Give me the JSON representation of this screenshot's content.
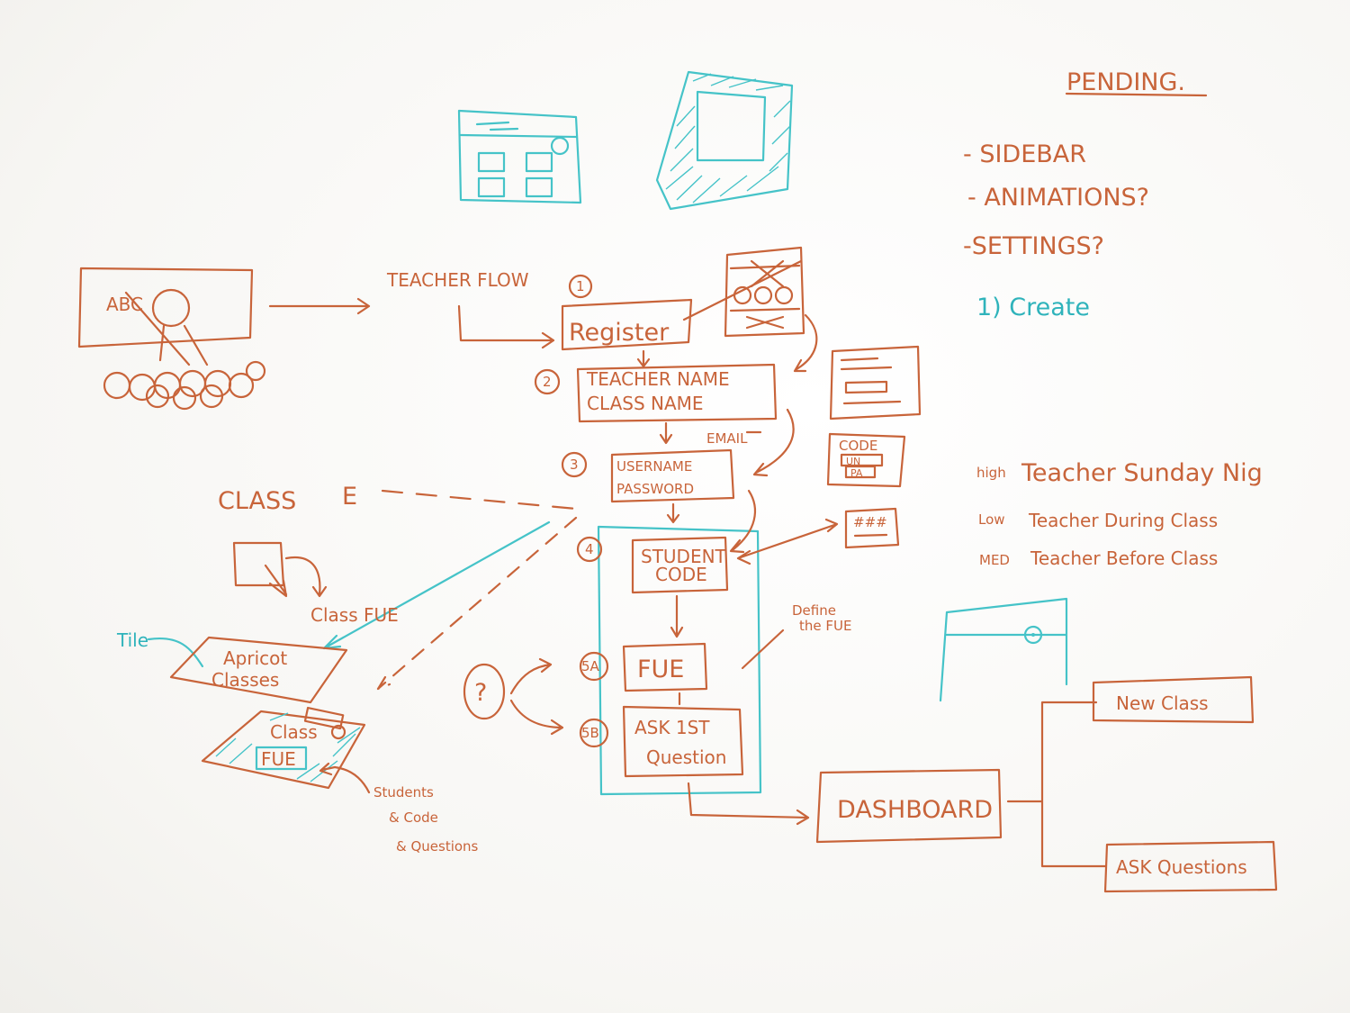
{
  "pending": {
    "title": "PENDING.",
    "items": [
      "- SIDEBAR",
      "- ANIMATIONS?",
      "-SETTINGS?"
    ],
    "create": "1) Create"
  },
  "flow": {
    "label": "TEACHER FLOW",
    "steps": [
      {
        "num": "1",
        "lines": [
          "Register"
        ]
      },
      {
        "num": "2",
        "lines": [
          "TEACHER NAME",
          "CLASS NAME"
        ]
      },
      {
        "num": "3",
        "lines": [
          "USERNAME",
          "PASSWORD"
        ]
      },
      {
        "num": "4",
        "lines": [
          "STUDENT",
          "CODE"
        ]
      },
      {
        "num": "5A",
        "lines": [
          "FUE"
        ]
      },
      {
        "num": "5B",
        "lines": [
          "ASK 1ST",
          "Question"
        ]
      }
    ],
    "email_note": "EMAIL",
    "define_note": [
      "Define",
      "the FUE"
    ],
    "question_mark": "?"
  },
  "sketches": {
    "abc": "ABC",
    "code_screen": [
      "CODE",
      "UN",
      "PA"
    ],
    "hash": "###"
  },
  "class_area": {
    "class_label": "CLASS",
    "arrow_glyph": "E",
    "class_fue": "Class FUE",
    "tile_note": "Tile",
    "apricot": [
      "Apricot",
      "Classes"
    ],
    "class_card": [
      "Class",
      "FUE"
    ],
    "students_note": [
      "Students",
      "& Code",
      "& Questions"
    ]
  },
  "priorities": [
    {
      "level": "high",
      "text": "Teacher Sunday Nig"
    },
    {
      "level": "Low",
      "text": "Teacher During Class"
    },
    {
      "level": "MED",
      "text": "Teacher Before Class"
    }
  ],
  "dashboard": {
    "label": "DASHBOARD",
    "branches": [
      "New Class",
      "ASK Questions"
    ]
  },
  "colors": {
    "orange": "#c8643a",
    "teal": "#45c3c8",
    "board": "#fbfaf8"
  }
}
